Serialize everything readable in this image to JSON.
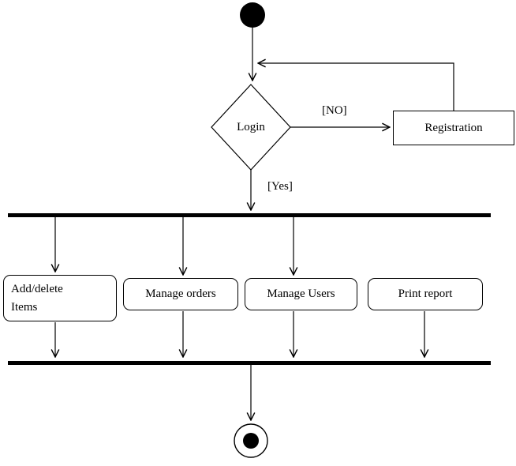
{
  "diagram": {
    "decision": {
      "label": "Login"
    },
    "guard_no": "[NO]",
    "guard_yes": "[Yes]",
    "registration": {
      "label": "Registration"
    },
    "activities": [
      {
        "label": "Add/delete\nItems"
      },
      {
        "label": "Manage orders"
      },
      {
        "label": "Manage Users"
      },
      {
        "label": "Print report"
      }
    ],
    "colors": {
      "line": "#000000",
      "fill": "#ffffff"
    }
  }
}
